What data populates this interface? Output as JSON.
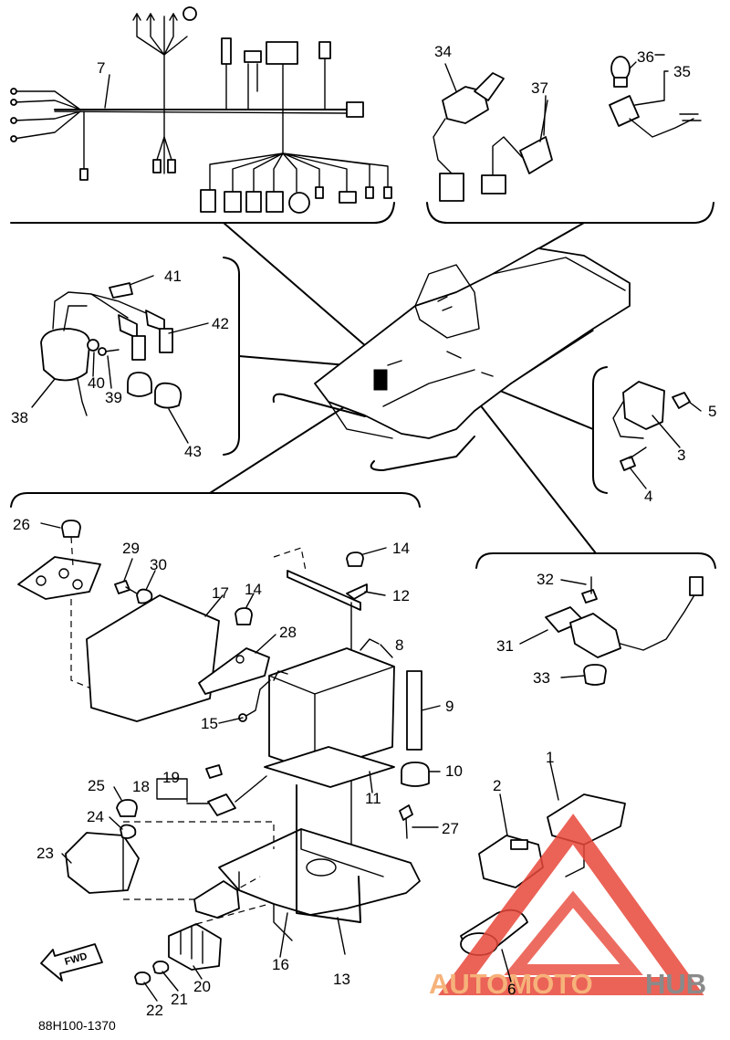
{
  "diagram": {
    "drawing_code": "88H100-1370",
    "fwd_label": "FWD",
    "watermark": {
      "part1": "AUTOMOTO",
      "part2": "HUB"
    },
    "callouts": [
      "1",
      "2",
      "3",
      "4",
      "5",
      "6",
      "7",
      "8",
      "9",
      "10",
      "11",
      "12",
      "13",
      "14",
      "14",
      "15",
      "16",
      "17",
      "18",
      "19",
      "20",
      "21",
      "22",
      "23",
      "24",
      "25",
      "26",
      "27",
      "28",
      "29",
      "30",
      "31",
      "32",
      "33",
      "34",
      "35",
      "36",
      "37",
      "38",
      "39",
      "40",
      "41",
      "42",
      "43"
    ]
  },
  "colors": {
    "line": "#000000",
    "watermark_orange": "#f6b27a",
    "watermark_red": "#e8473a",
    "watermark_gray": "#8a8a8a"
  }
}
